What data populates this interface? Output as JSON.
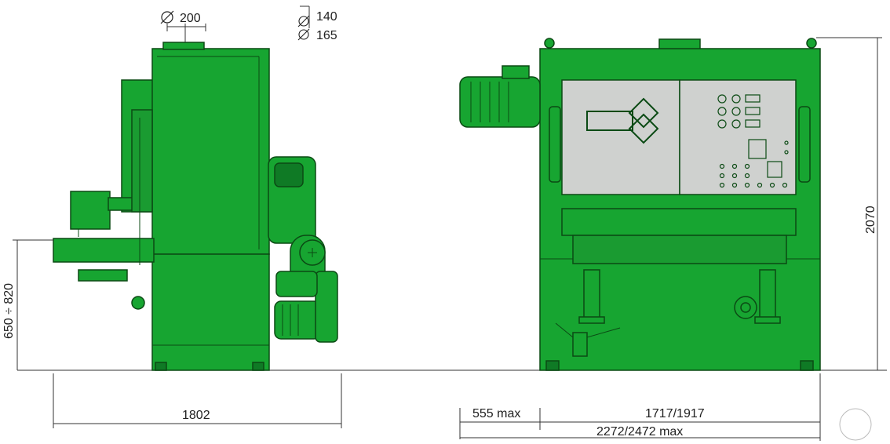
{
  "dimensions": {
    "top_diameter": "200",
    "top_diameter_small_1": "140",
    "top_diameter_small_2": "165",
    "height_left": "650 ÷ 820",
    "height_right": "2070",
    "width_left": "1802",
    "front_extension": "555 max",
    "front_body": "1717/1917",
    "front_total": "2272/2472 max"
  },
  "colors": {
    "machine_green": "#17a531",
    "dark_green": "#0f7a25",
    "outline": "#0b4a14",
    "panel_grey": "#cfd1cf"
  },
  "icons": {
    "diameter_symbol": "diameter-icon",
    "logo": "diamond-logo-icon"
  }
}
